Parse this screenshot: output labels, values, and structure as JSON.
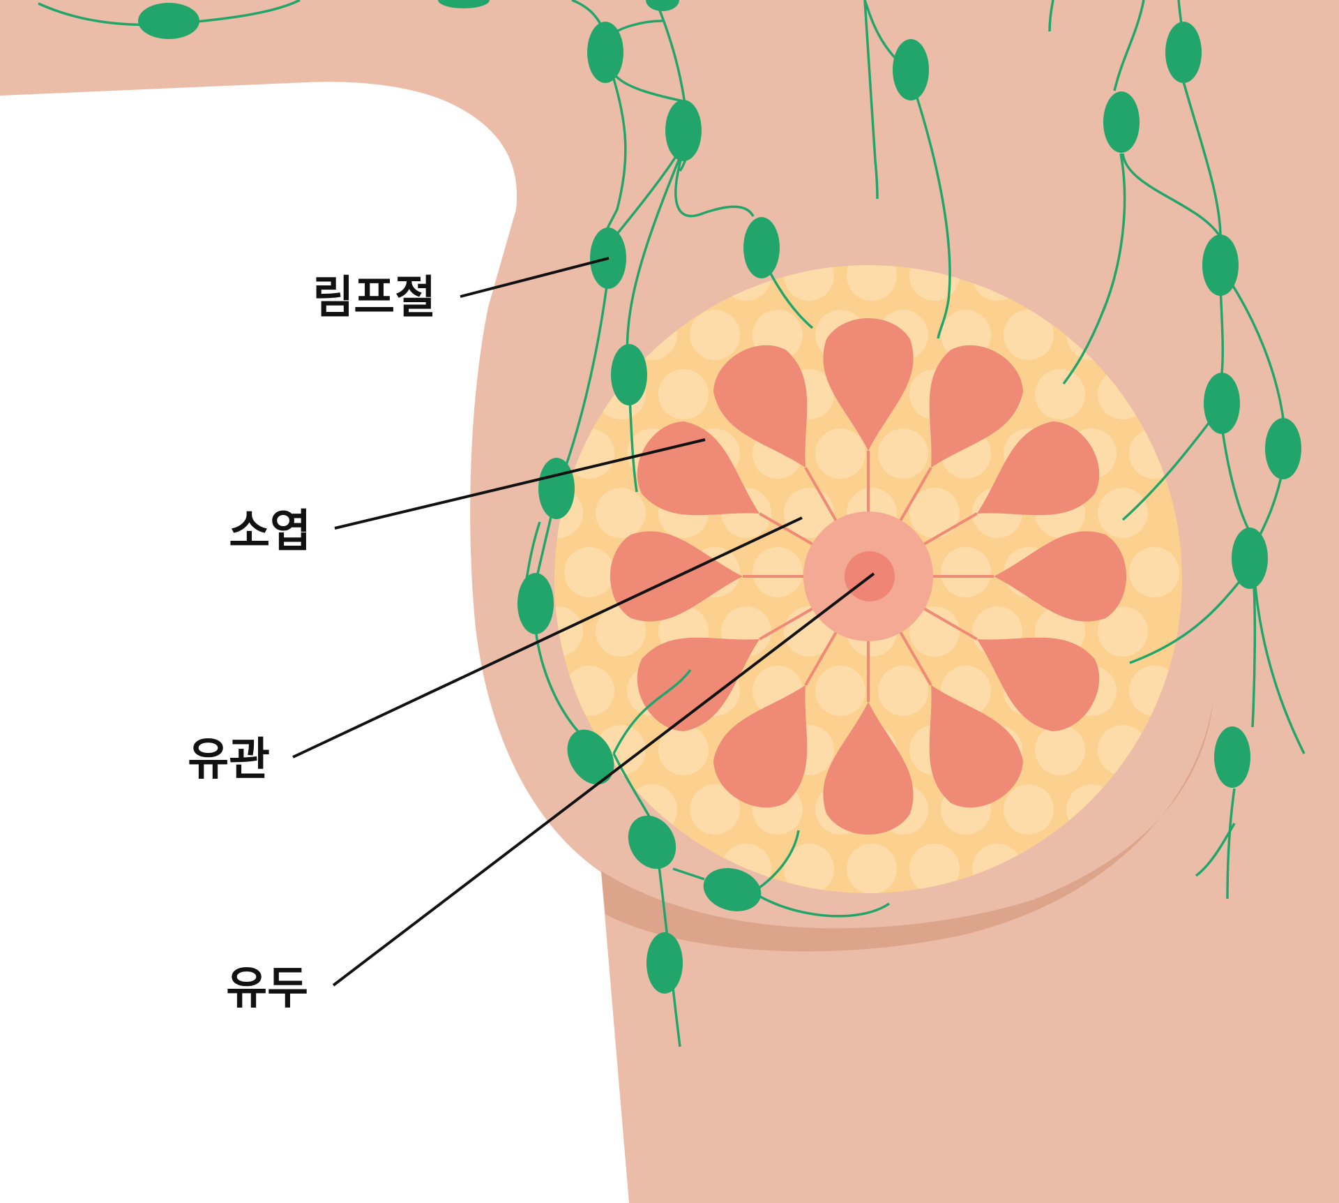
{
  "labels": {
    "lymph_node": "림프절",
    "lobule": "소엽",
    "duct": "유관",
    "nipple": "유두"
  },
  "colors": {
    "skin": "#EBBDA8",
    "skin_shadow": "#DDA48C",
    "fat": "#FCD190",
    "fat_cell": "#FDDCAA",
    "lobule": "#EE8A76",
    "areola": "#F4A994",
    "nipple": "#EF8574",
    "lymph": "#22A56A",
    "leader": "#111111"
  },
  "icons": {
    "lymph_node": "green-oval-node",
    "lobule": "teardrop-lobe"
  }
}
